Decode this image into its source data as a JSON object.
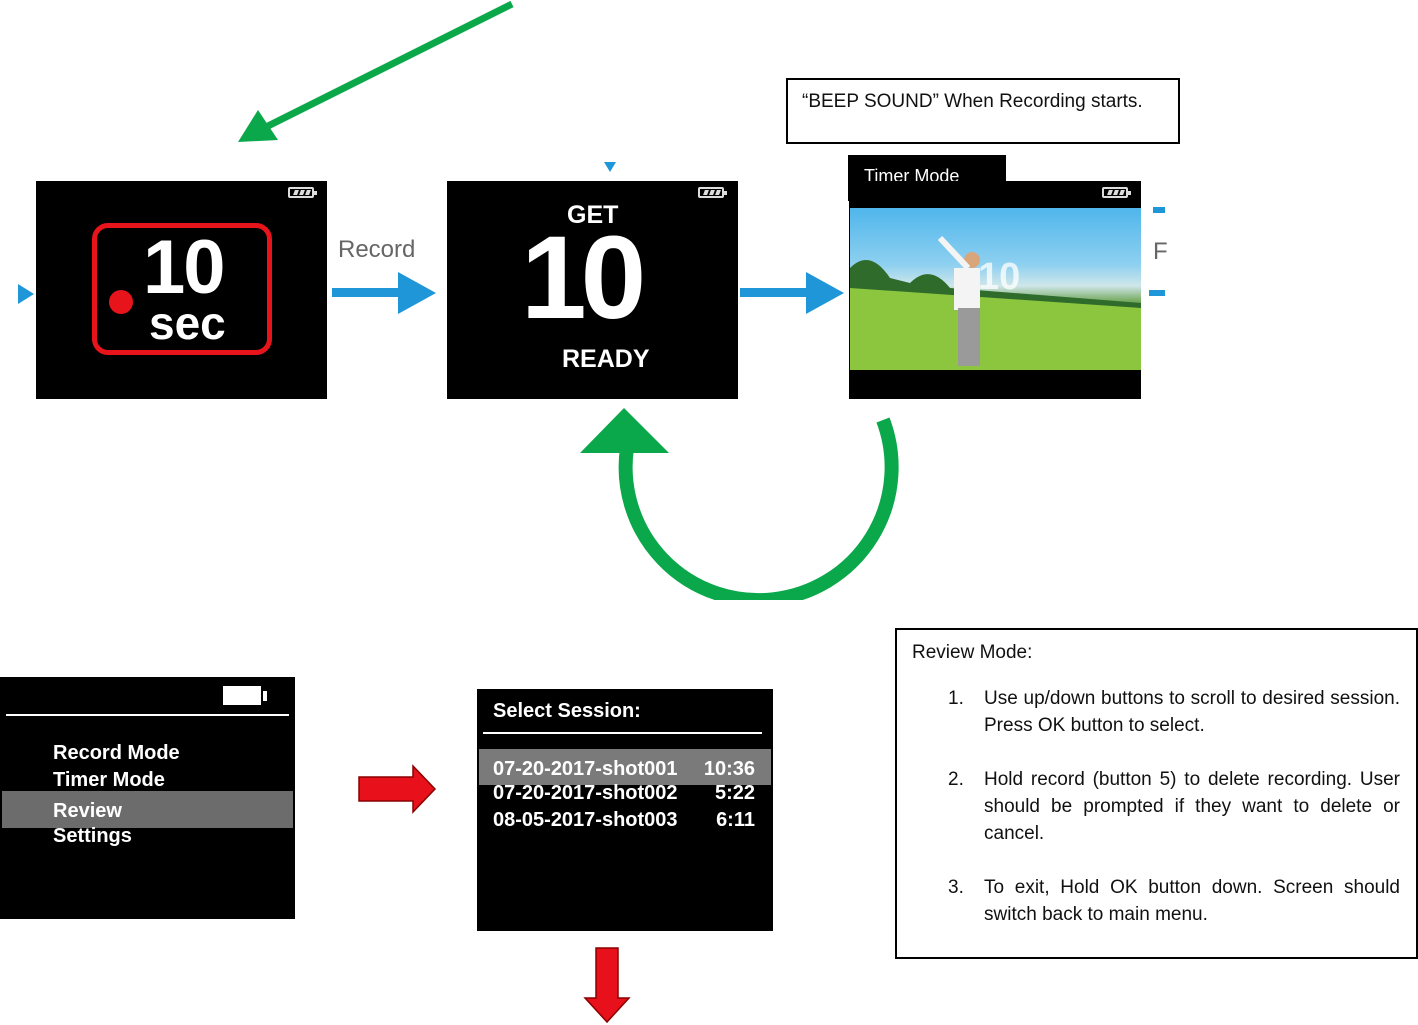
{
  "arrow_label": "Record",
  "screen1": {
    "digits": "10",
    "unit": "sec"
  },
  "screen2": {
    "top": "GET",
    "digits": "10",
    "bottom": "READY"
  },
  "screen3": {
    "tab": "Timer Mode",
    "overlay_digits": "10"
  },
  "cut_label": "F",
  "beep_note": "“BEEP SOUND” When Recording starts.",
  "menu": {
    "items": [
      "Record Mode",
      "Timer Mode",
      "Review",
      "Settings"
    ],
    "selected_index": 2
  },
  "session": {
    "title": "Select Session:",
    "rows": [
      {
        "name": "07-20-2017-shot001",
        "time": "10:36",
        "selected": true
      },
      {
        "name": "07-20-2017-shot002",
        "time": "5:22",
        "selected": false
      },
      {
        "name": "08-05-2017-shot003",
        "time": "6:11",
        "selected": false
      }
    ]
  },
  "review_note": {
    "title": "Review Mode:",
    "items": [
      {
        "num": "1.",
        "text": "Use up/down buttons to scroll to desired session. Press OK button to select."
      },
      {
        "num": "2.",
        "text": "Hold record (button 5) to delete recording. User should be prompted if they want to delete or cancel."
      },
      {
        "num": "3.",
        "text": "To exit, Hold OK button down. Screen should switch back to main menu."
      }
    ]
  },
  "colors": {
    "green": "#0aa84a",
    "blue": "#1e96d8",
    "red": "#e8101a",
    "timer_red": "#e8141c"
  }
}
